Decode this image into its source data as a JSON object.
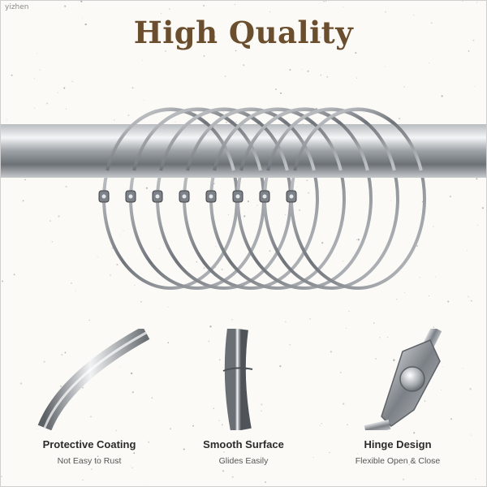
{
  "watermark": "yizhen",
  "title": "High Quality",
  "colors": {
    "title": "#6b4e2e",
    "metal": "#9aa0a6",
    "background": "#fbfaf6"
  },
  "features": [
    {
      "title": "Protective Coating",
      "subtitle": "Not Easy to Rust",
      "icon": "ring-closeup-image"
    },
    {
      "title": "Smooth Surface",
      "subtitle": "Glides Easily",
      "icon": "ring-seam-image"
    },
    {
      "title": "Hinge Design",
      "subtitle": "Flexible Open & Close",
      "icon": "hinge-image"
    }
  ],
  "hero": {
    "subject": "shower-curtain-rings-on-rod-image",
    "ring_count": 8
  }
}
